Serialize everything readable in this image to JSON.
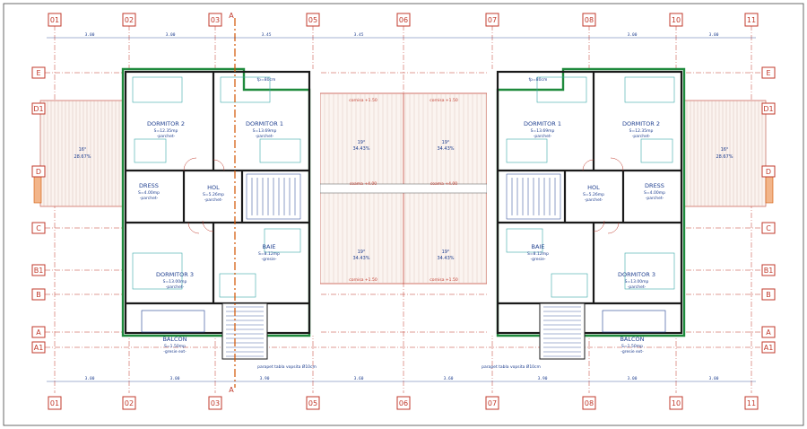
{
  "axes": {
    "columns": [
      "01",
      "02",
      "03",
      "05",
      "06",
      "07",
      "08",
      "10",
      "11"
    ],
    "rows_left": [
      "E",
      "D1",
      "D",
      "C",
      "B1",
      "B",
      "A",
      "A1"
    ],
    "rows_right": [
      "E",
      "D1",
      "D",
      "C",
      "B1",
      "B",
      "A",
      "A1"
    ],
    "section_mark": "A"
  },
  "dims_top": [
    "3.00",
    "3.00",
    "3.45",
    "3.45",
    "3.00",
    "3.00"
  ],
  "dims_bottom": [
    "3.00",
    "3.00",
    "3.90",
    "3.60",
    "3.60",
    "3.90",
    "3.00",
    "3.00"
  ],
  "rooms_left": {
    "dormitor2": {
      "name": "DORMITOR 2",
      "area": "S=12.35mp",
      "floor": "-parchet-"
    },
    "dormitor1": {
      "name": "DORMITOR 1",
      "area": "S=13.69mp",
      "floor": "-parchet-"
    },
    "dress": {
      "name": "DRESS",
      "area": "S=4.00mp",
      "floor": "-parchet-"
    },
    "hol": {
      "name": "HOL",
      "area": "S=5.26mp",
      "floor": "-parchet-"
    },
    "baie": {
      "name": "BAIE",
      "area": "S=8.12mp",
      "floor": "-gresie-"
    },
    "dormitor3": {
      "name": "DORMITOR 3",
      "area": "S=13.00mp",
      "floor": "-parchet-"
    },
    "balcon": {
      "name": "BALCON",
      "area": "S=1.50mp",
      "floor": "-gresie ext-"
    }
  },
  "rooms_right": {
    "dormitor1": {
      "name": "DORMITOR 1",
      "area": "S=13.69mp",
      "floor": "-parchet-"
    },
    "dormitor2": {
      "name": "DORMITOR 2",
      "area": "S=12.35mp",
      "floor": "-parchet-"
    },
    "hol": {
      "name": "HOL",
      "area": "S=5.26mp",
      "floor": "-parchet-"
    },
    "dress": {
      "name": "DRESS",
      "area": "S=4.00mp",
      "floor": "-parchet-"
    },
    "baie": {
      "name": "BAIE",
      "area": "S=8.12mp",
      "floor": "-gresie-"
    },
    "dormitor3": {
      "name": "DORMITOR 3",
      "area": "S=13.00mp",
      "floor": "-parchet-"
    },
    "balcon": {
      "name": "BALCON",
      "area": "S=1.50mp",
      "floor": "-gresie ext-"
    }
  },
  "slopes": {
    "side_left": {
      "deg": "16°",
      "pct": "28.67%"
    },
    "side_right": {
      "deg": "16°",
      "pct": "28.67%"
    },
    "roof": {
      "deg": "19°",
      "pct": "34.43%"
    }
  },
  "cotas": {
    "top_left": "cornisa +1.50",
    "top_right": "cornisa +1.50",
    "mid_left": "coama +4.00",
    "mid_right": "coama +4.00",
    "bot_left": "cornisa +1.50",
    "bot_right": "cornisa +1.50"
  },
  "notes": {
    "fp_small": "fp=80cm",
    "parapet_left": "parapet tabla vopsita Ø10cm",
    "parapet_right": "parapet tabla vopsita Ø10cm"
  },
  "colors": {
    "axis": "#c0392b",
    "walls": "#1a1a1a",
    "structure": "#1e8a3c",
    "dims": "#1f3f8f",
    "wet": "#3aa9a9"
  }
}
